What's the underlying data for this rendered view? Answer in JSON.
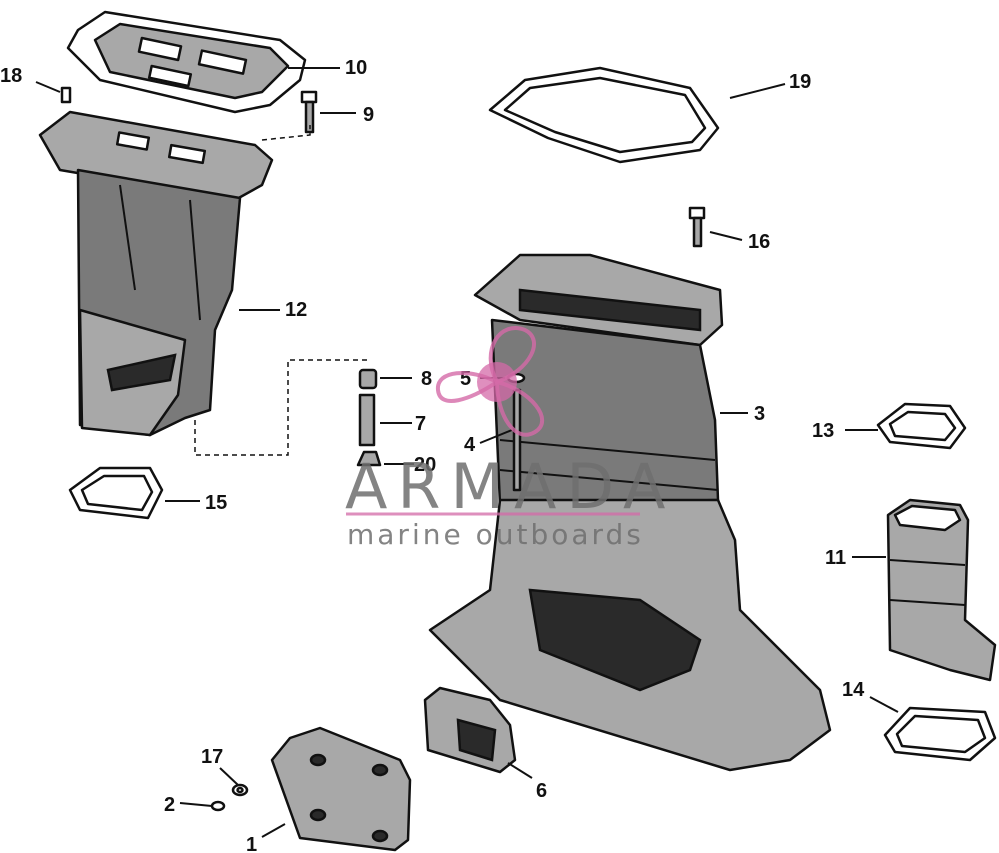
{
  "callouts": [
    "1",
    "2",
    "3",
    "4",
    "5",
    "6",
    "7",
    "8",
    "9",
    "10",
    "11",
    "12",
    "13",
    "14",
    "15",
    "16",
    "17",
    "18",
    "19",
    "20"
  ],
  "watermark": {
    "brand": "ARMADA",
    "tagline": "marine outboards"
  },
  "colors": {
    "watermark_accent": "#d46aa8",
    "watermark_text": "#6f6f6f",
    "ink": "#111111"
  }
}
